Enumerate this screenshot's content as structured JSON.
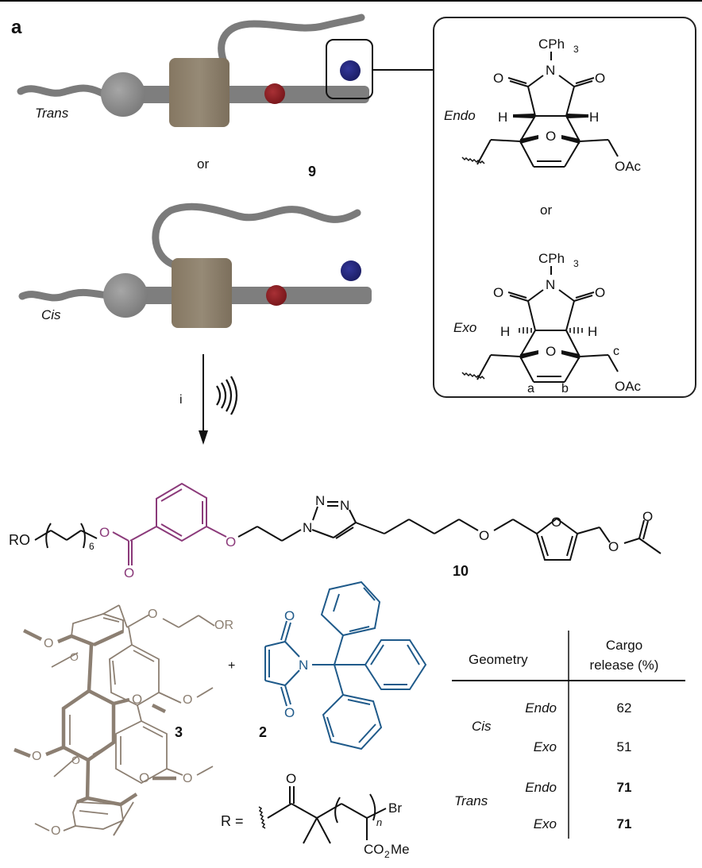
{
  "figure": {
    "panel_label": "a",
    "cartoon": {
      "trans_label": "Trans",
      "cis_label": "Cis",
      "or_label": "or",
      "compound_label": "9"
    },
    "inset": {
      "endo_label": "Endo",
      "exo_label": "Exo",
      "or_label": "or",
      "n_substituent": "CPh",
      "n_substituent_sub": "3",
      "oxygen": "O",
      "nitrogen": "N",
      "hydrogen": "H",
      "oac": "OAc",
      "position_a": "a",
      "position_b": "b",
      "position_c": "c"
    },
    "reaction": {
      "condition_label": "i",
      "ultrasound_icon": "ultrasound-waves-icon"
    },
    "product": {
      "compound_label": "10",
      "ro_label": "RO",
      "repeat_subscript": "6",
      "oxygen": "O",
      "nitrogen": "N"
    },
    "macrocycle": {
      "compound_label": "3",
      "or_label": "OR",
      "oxygen": "O"
    },
    "plus": "+",
    "maleimide": {
      "compound_label": "2",
      "oxygen": "O",
      "nitrogen": "N"
    },
    "r_group": {
      "prefix": "R =",
      "oxygen": "O",
      "br": "Br",
      "n": "n",
      "ester": "CO",
      "ester_sub": "2",
      "ester_suffix": "Me"
    },
    "table": {
      "headers": [
        "Geometry",
        "Cargo",
        "release (%)"
      ],
      "groups": [
        {
          "geometry": "Cis",
          "rows": [
            {
              "isomer": "Endo",
              "release": "62",
              "bold": false
            },
            {
              "isomer": "Exo",
              "release": "51",
              "bold": false
            }
          ]
        },
        {
          "geometry": "Trans",
          "rows": [
            {
              "isomer": "Endo",
              "release": "71",
              "bold": true
            },
            {
              "isomer": "Exo",
              "release": "71",
              "bold": true
            }
          ]
        }
      ]
    },
    "colors": {
      "polymer_gray": "#7b7b7b",
      "stopper_gray": "#8e8e8e",
      "macrocycle_tan": "#8b7d6b",
      "red_bead": "#8f1e22",
      "blue_bead": "#23257a",
      "linker_magenta": "#8b3a7a",
      "maleimide_blue": "#1f5a8a",
      "macrocycle_line": "#8c7f72"
    }
  }
}
